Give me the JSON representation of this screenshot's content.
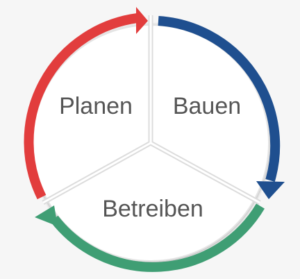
{
  "diagram": {
    "segments": [
      {
        "id": "planen",
        "label": "Planen",
        "color": "#e23d3d"
      },
      {
        "id": "bauen",
        "label": "Bauen",
        "color": "#1f4f8f"
      },
      {
        "id": "betreiben",
        "label": "Betreiben",
        "color": "#3f9e74"
      }
    ]
  }
}
